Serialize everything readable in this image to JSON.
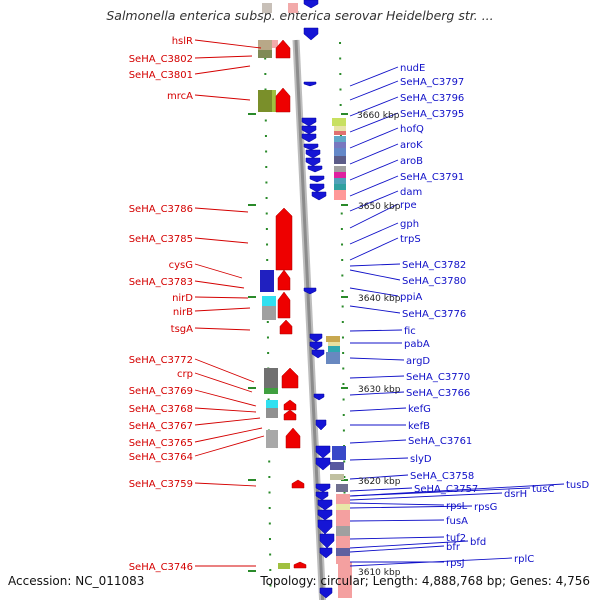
{
  "title": "Salmonella enterica subsp. enterica serovar Heidelberg str. ...",
  "accession": "Accession: NC_011083",
  "topology": "Topology: circular; Length: 4,888,768 bp; Genes: 4,756",
  "colors": {
    "left_label": "#d40000",
    "right_label": "#1010c8",
    "forward_gene": "#ee0000",
    "reverse_gene": "#1515d5",
    "backbone": "#8c8c8c",
    "tick": "#2a8a2a"
  },
  "scale_labels": [
    "3660 kbp",
    "3650 kbp",
    "3640 kbp",
    "3630 kbp",
    "3620 kbp",
    "3610 kbp"
  ],
  "left_genes": [
    "hslR",
    "SeHA_C3802",
    "SeHA_C3801",
    "mrcA",
    "SeHA_C3786",
    "SeHA_C3785",
    "cysG",
    "SeHA_C3783",
    "nirD",
    "nirB",
    "tsgA",
    "SeHA_C3772",
    "crp",
    "SeHA_C3769",
    "SeHA_C3768",
    "SeHA_C3767",
    "SeHA_C3765",
    "SeHA_C3764",
    "SeHA_C3759",
    "SeHA_C3746"
  ],
  "right_genes": [
    "nudE",
    "SeHA_C3797",
    "SeHA_C3796",
    "SeHA_C3795",
    "hofQ",
    "aroK",
    "aroB",
    "SeHA_C3791",
    "dam",
    "rpe",
    "gph",
    "trpS",
    "SeHA_C3782",
    "SeHA_C3780",
    "ppiA",
    "SeHA_C3776",
    "fic",
    "pabA",
    "argD",
    "SeHA_C3770",
    "SeHA_C3766",
    "kefG",
    "kefB",
    "SeHA_C3761",
    "slyD",
    "SeHA_C3758",
    "SeHA_C3757",
    "tusC",
    "tusD",
    "dsrH",
    "rpsL",
    "rpsG",
    "fusA",
    "tuf2",
    "bfd",
    "bfr",
    "rpsJ",
    "rplC"
  ]
}
